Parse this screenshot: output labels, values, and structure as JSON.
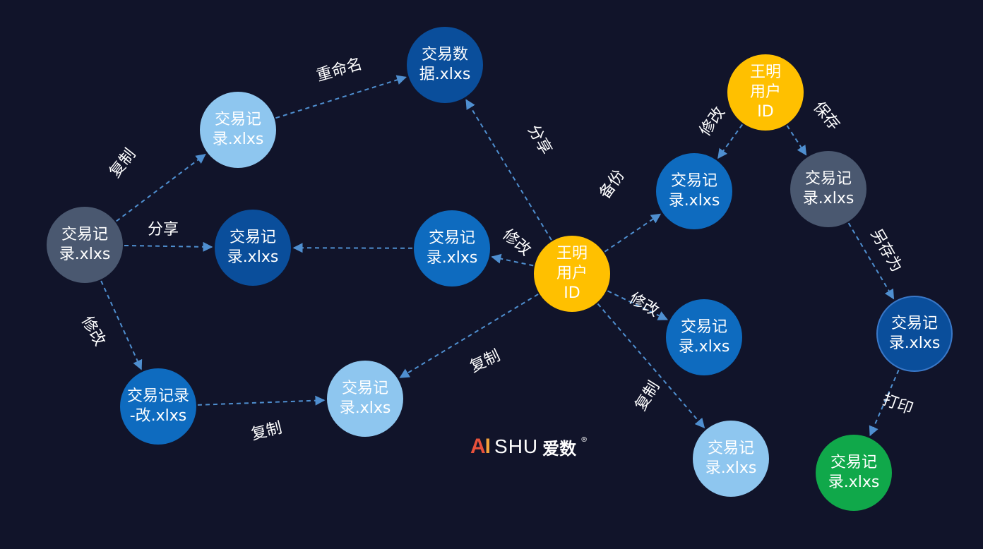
{
  "colors": {
    "background": "#11142a",
    "edge": "#4f8fd0",
    "user": "#ffc000",
    "light_blue": "#8ec6ef",
    "mid_blue": "#0e6bbf",
    "dark_blue": "#0a4e9b",
    "gray": "#4a5870",
    "green": "#10a84a"
  },
  "nodes": [
    {
      "id": "n1",
      "label": "交易记\n录.xlxs",
      "color": "gray"
    },
    {
      "id": "n2",
      "label": "交易记\n录.xlxs",
      "color": "light_blue"
    },
    {
      "id": "n3",
      "label": "交易数\n据.xlxs",
      "color": "dark_blue"
    },
    {
      "id": "n4",
      "label": "交易记\n录.xlxs",
      "color": "dark_blue"
    },
    {
      "id": "n5",
      "label": "交易记\n录.xlxs",
      "color": "mid_blue"
    },
    {
      "id": "n6",
      "label": "王明\n用户\nID",
      "color": "user"
    },
    {
      "id": "n7",
      "label": "交易记录\n-改.xlxs",
      "color": "mid_blue"
    },
    {
      "id": "n8",
      "label": "交易记\n录.xlxs",
      "color": "light_blue"
    },
    {
      "id": "n9",
      "label": "交易记\n录.xlxs",
      "color": "mid_blue"
    },
    {
      "id": "n10",
      "label": "王明\n用户\nID",
      "color": "user"
    },
    {
      "id": "n11",
      "label": "交易记\n录.xlxs",
      "color": "gray"
    },
    {
      "id": "n12",
      "label": "交易记\n录.xlxs",
      "color": "mid_blue"
    },
    {
      "id": "n13",
      "label": "交易记\n录.xlxs",
      "color": "light_blue"
    },
    {
      "id": "n14",
      "label": "交易记\n录.xlxs",
      "color": "dark_blue"
    },
    {
      "id": "n15",
      "label": "交易记\n录.xlxs",
      "color": "green"
    }
  ],
  "edges": [
    {
      "from": "n1",
      "to": "n2",
      "label": "复制"
    },
    {
      "from": "n2",
      "to": "n3",
      "label": "重命名"
    },
    {
      "from": "n1",
      "to": "n4",
      "label": "分享"
    },
    {
      "from": "n1",
      "to": "n7",
      "label": "修改"
    },
    {
      "from": "n5",
      "to": "n4",
      "label": ""
    },
    {
      "from": "n6",
      "to": "n3",
      "label": "分享"
    },
    {
      "from": "n6",
      "to": "n5",
      "label": "修改"
    },
    {
      "from": "n6",
      "to": "n9",
      "label": "备份"
    },
    {
      "from": "n6",
      "to": "n12",
      "label": "修改"
    },
    {
      "from": "n6",
      "to": "n8",
      "label": "复制"
    },
    {
      "from": "n6",
      "to": "n13",
      "label": "复制"
    },
    {
      "from": "n7",
      "to": "n8",
      "label": "复制"
    },
    {
      "from": "n10",
      "to": "n9",
      "label": "修改"
    },
    {
      "from": "n10",
      "to": "n11",
      "label": "保存"
    },
    {
      "from": "n11",
      "to": "n14",
      "label": "另存为"
    },
    {
      "from": "n14",
      "to": "n15",
      "label": "打印"
    }
  ],
  "logo": {
    "ai_a": "A",
    "ai_i": "I",
    "brand": "SHU",
    "chinese": "爱数",
    "registered": "®"
  }
}
